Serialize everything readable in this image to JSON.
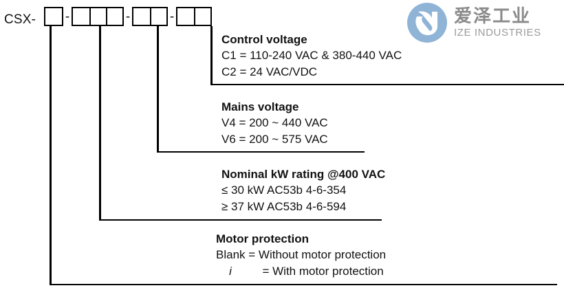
{
  "part_code": {
    "prefix": "CSX-",
    "separator": "-",
    "groups": [
      {
        "name": "motor-protection-code",
        "cells": 1
      },
      {
        "name": "kw-rating-code",
        "cells": 3
      },
      {
        "name": "mains-voltage-code",
        "cells": 2
      },
      {
        "name": "control-voltage-code",
        "cells": 2
      }
    ]
  },
  "sections": {
    "control_voltage": {
      "title": "Control voltage",
      "lines": [
        "C1 = 110-240 VAC & 380-440 VAC",
        "C2 = 24 VAC/VDC"
      ]
    },
    "mains_voltage": {
      "title": "Mains voltage",
      "lines": [
        "V4 = 200 ~ 440 VAC",
        "V6 = 200 ~ 575 VAC"
      ]
    },
    "kw_rating": {
      "title": "Nominal kW rating @400 VAC",
      "lines": [
        "≤ 30 kW AC53b 4-6-354",
        "≥ 37 kW AC53b 4-6-594"
      ]
    },
    "motor_protection": {
      "title": "Motor protection",
      "blank_label": "Blank",
      "blank_value": "= Without motor protection",
      "i_label": "i",
      "i_value": "= With motor protection"
    }
  },
  "logo": {
    "cn_name": "爱泽工业",
    "en_name": "IZE INDUSTRIES",
    "mark_color": "#8fb4d6"
  },
  "colors": {
    "line": "#000000",
    "text": "#111111",
    "logo_text": "#8a8a8a"
  }
}
